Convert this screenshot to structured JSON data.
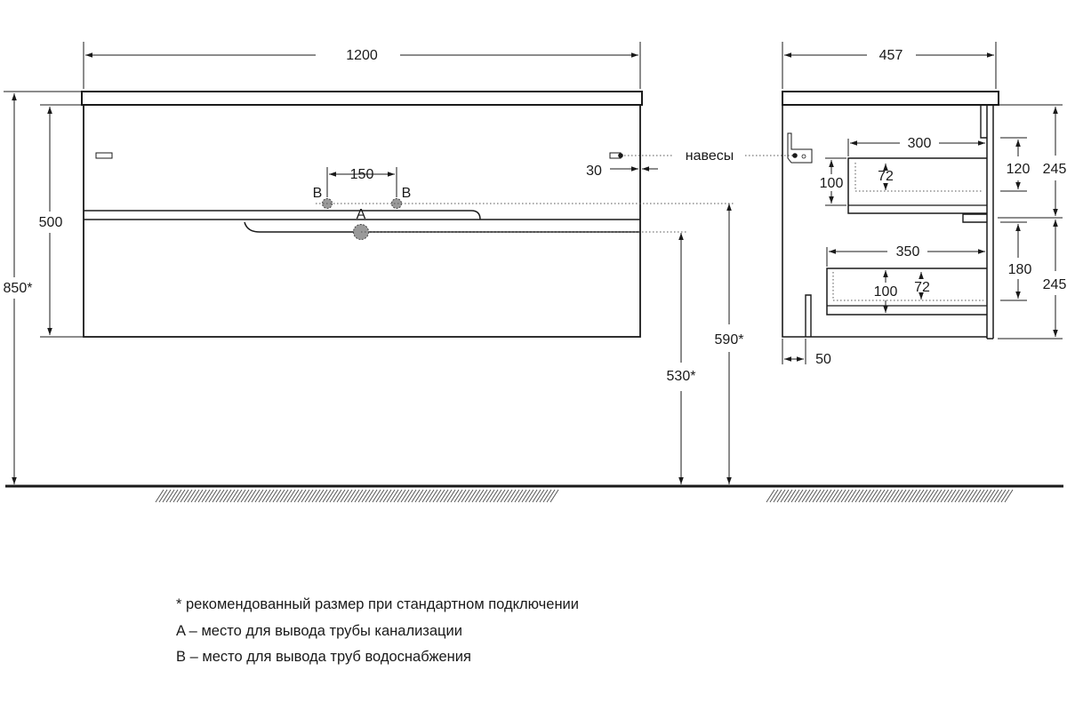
{
  "front_view": {
    "width_label": "1200",
    "height_label": "500",
    "total_height_label": "850*",
    "pipe_spacing_label": "150",
    "point_b_left": "B",
    "point_b_right": "B",
    "point_a": "A",
    "hinge_offset_label": "30",
    "drain_height_label": "530*",
    "supply_height_label": "590*"
  },
  "side_view": {
    "depth_label": "457",
    "hinges_label": "навесы",
    "upper_drawer_width_label": "300",
    "upper_drawer_inner_label": "72",
    "upper_drawer_outer_label": "100",
    "upper_drawer_offset_label": "120",
    "upper_section_label": "245",
    "lower_drawer_width_label": "350",
    "lower_drawer_inner_label": "72",
    "lower_drawer_outer_label": "100",
    "lower_drawer_offset_label": "180",
    "lower_section_label": "245",
    "bottom_offset_label": "50"
  },
  "legend": {
    "note_recommended": "* рекомендованный размер при стандартном подключении",
    "note_a": "A – место для вывода трубы канализации",
    "note_b": "B – место для вывода труб водоснабжения"
  },
  "colors": {
    "line": "#1a1a1a",
    "dotted_line": "#555555",
    "pipe_fill": "#9a9a9a"
  }
}
